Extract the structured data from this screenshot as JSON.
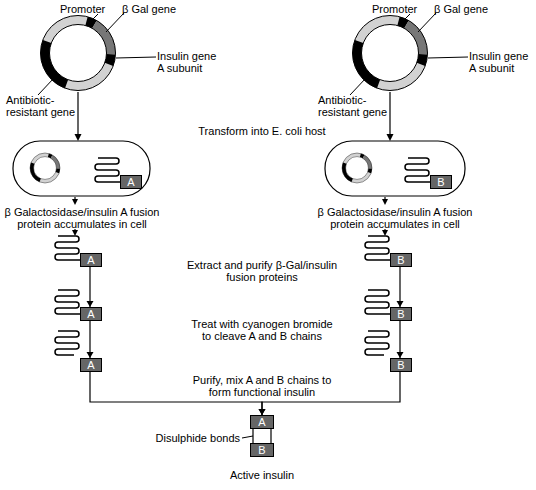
{
  "diagram": {
    "nodes": [
      {
        "text": [
          "A"
        ]
      },
      {
        "text": [
          "B"
        ]
      },
      {
        "text": [
          "A"
        ]
      },
      {
        "text": [
          "B"
        ]
      },
      {
        "text": [
          "A"
        ]
      },
      {
        "text": [
          "B"
        ]
      },
      {
        "text": [
          "A"
        ]
      },
      {
        "text": [
          "B"
        ]
      },
      {
        "text": [
          "A"
        ]
      },
      {
        "text": [
          "B"
        ]
      }
    ],
    "edges": [
      {
        "from": 2,
        "to": 4,
        "arrow": "to"
      },
      {
        "from": 3,
        "to": 5,
        "arrow": "to"
      },
      {
        "from": 4,
        "to": 6,
        "arrow": "to"
      },
      {
        "from": 5,
        "to": 7,
        "arrow": "to"
      },
      {
        "from": 6,
        "to": 8,
        "arrow": "to"
      },
      {
        "from": 7,
        "to": 8,
        "arrow": "to"
      },
      {
        "from": 8,
        "to": 9,
        "arrow": "none"
      },
      {
        "from": 8,
        "to": 9,
        "arrow": "none"
      }
    ],
    "labels": [
      "Promoter",
      "β Gal gene",
      "Insulin gene A subunit",
      "Antibiotic-resistant gene",
      "Promoter",
      "β Gal gene",
      "Insulin gene A subunit",
      "Antibiotic-resistant gene",
      "Transform into E. coli host",
      "β Galactosidase/insulin A fusion protein accumulates in cell",
      "β Galactosidase/insulin A fusion protein accumulates in cell",
      "Extract and purify β-Gal/insulin fusion proteins",
      "Treat with cyanogen bromide to cleave A and B chains",
      "Purify, mix A and B chains to form functional insulin",
      "Disulphide bonds",
      "Active insulin"
    ]
  }
}
